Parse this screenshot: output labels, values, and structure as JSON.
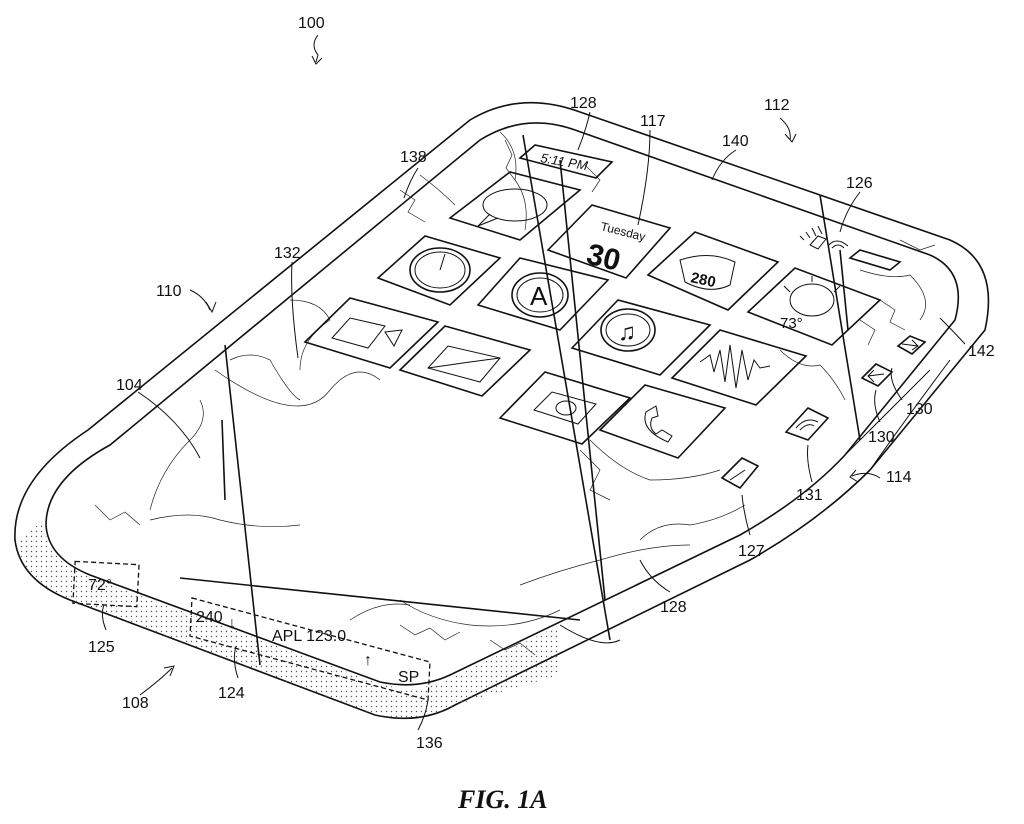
{
  "figure": {
    "caption": "FIG. 1A",
    "reference_labels": {
      "r100": "100",
      "r112": "112",
      "r128_top": "128",
      "r117": "117",
      "r140": "140",
      "r138": "138",
      "r126": "126",
      "r132": "132",
      "r110": "110",
      "r142": "142",
      "r104": "104",
      "r130_a": "130",
      "r130_b": "130",
      "r114": "114",
      "r131": "131",
      "r127": "127",
      "r128_bottom": "128",
      "r125": "125",
      "r124": "124",
      "r108": "108",
      "r136": "136"
    },
    "screen_text": {
      "time": "5:11 PM",
      "calendar_day": "Tuesday",
      "calendar_date": "30",
      "highway_shield": "280",
      "weather_temp": "73°"
    },
    "edge_display_text": {
      "temp": "72°",
      "value_down": "240",
      "stock": "APL 123.0",
      "index": "SP"
    }
  }
}
